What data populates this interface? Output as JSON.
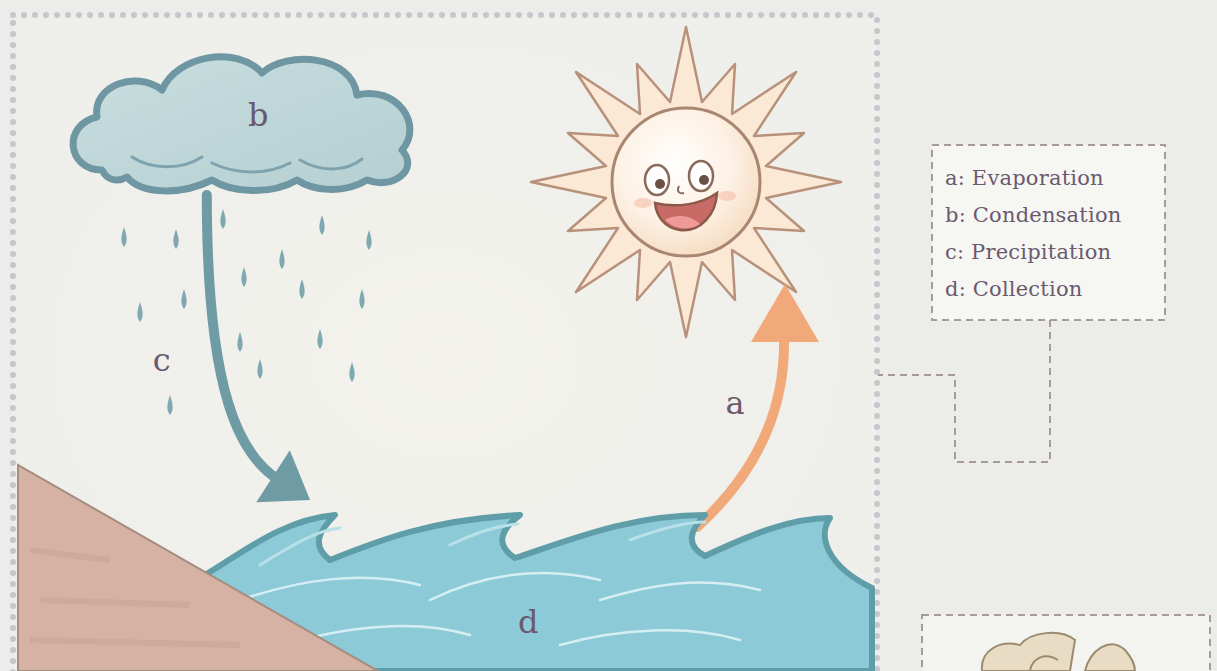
{
  "diagram": {
    "nodes": [
      {
        "text": [
          "b"
        ]
      },
      {
        "text": [
          "d"
        ]
      }
    ],
    "edges": [
      {
        "from": 0,
        "to": 1,
        "arrow": "to",
        "label": "c"
      }
    ],
    "labels": [
      "a"
    ],
    "legend": [
      {
        "text": "a: Evaporation"
      },
      {
        "text": "b: Condensation"
      },
      {
        "text": "c: Precipitation"
      },
      {
        "text": "d: Collection"
      }
    ]
  }
}
